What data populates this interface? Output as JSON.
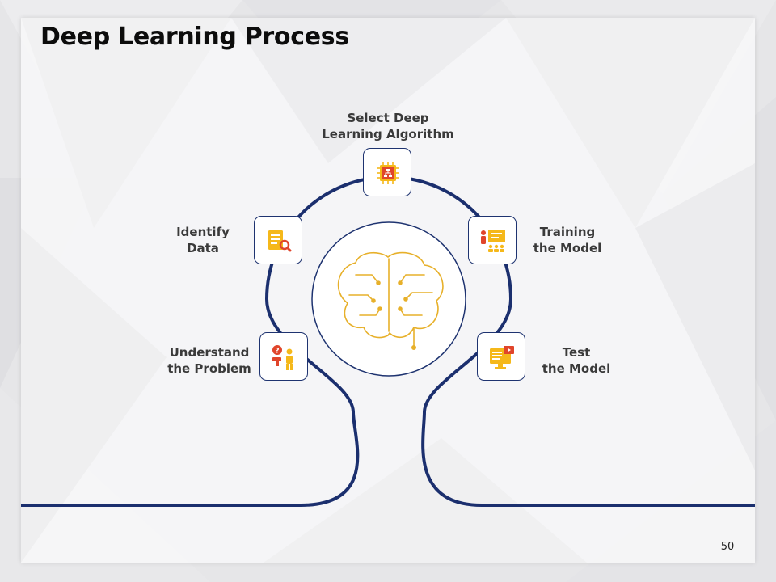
{
  "slide": {
    "title": "Deep Learning Process",
    "page_number": "50"
  },
  "colors": {
    "path": "#1b2f6e",
    "accent_yellow": "#f5b81a",
    "accent_red": "#e0452b",
    "brain_gold": "#e7b02a"
  },
  "steps": [
    {
      "icon": "question-person-icon",
      "line1": "Understand",
      "line2": "the Problem"
    },
    {
      "icon": "data-search-icon",
      "line1": "Identify",
      "line2": "Data"
    },
    {
      "icon": "chip-algorithm-icon",
      "line1": "Select Deep",
      "line2": "Learning Algorithm"
    },
    {
      "icon": "training-presentation-icon",
      "line1": "Training",
      "line2": "the Model"
    },
    {
      "icon": "test-monitor-icon",
      "line1": "Test",
      "line2": "the Model"
    }
  ],
  "center": {
    "icon": "circuit-brain-icon"
  }
}
